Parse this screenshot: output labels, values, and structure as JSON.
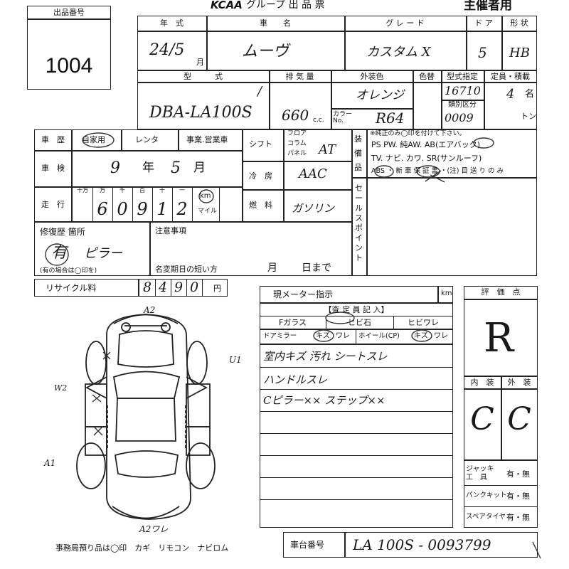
{
  "header": {
    "lot_label": "出品番号",
    "lot_number": "1004",
    "brand": "KCAA",
    "group_title": "グループ 出 品 票",
    "host_use": "主催者用"
  },
  "vehicle": {
    "year_label": "年　式",
    "year_value": "24/5",
    "month_suffix": "月",
    "name_label": "車　　名",
    "name_value": "ムーヴ",
    "grade_label": "グ レ ー ド",
    "grade_value": "カスタム X",
    "door_label": "ド ア",
    "door_value": "5",
    "shape_label": "形 状",
    "shape_value": "HB",
    "type_label": "型　　　式",
    "type_value": "DBA-LA100S",
    "type_mark": "/",
    "displacement_label": "排 気 量",
    "displacement_value": "660",
    "displacement_unit": "c.c.",
    "color_label": "外装色",
    "color_value": "オレンジ",
    "color_no_label": "カラーNo.",
    "color_no_value": "R64",
    "color_eq_label": "色替",
    "model_designation_label": "型式指定",
    "model_designation_value": "16710",
    "category_label": "類別区分",
    "category_value": "0009",
    "capacity_label": "定員・積載",
    "capacity_value": "4",
    "capacity_unit": "名",
    "load_unit": "トン"
  },
  "history": {
    "label": "車　歴",
    "options": [
      "自家用",
      "レンタ",
      "事業.営業車"
    ],
    "selected": "自家用"
  },
  "shaken": {
    "label": "車　検",
    "year": "9",
    "year_unit": "年",
    "month": "5",
    "month_unit": "月"
  },
  "mileage": {
    "label": "走　行",
    "digit_headers": [
      "十万",
      "万",
      "千",
      "百",
      "十",
      "一"
    ],
    "digits": [
      "6",
      "0",
      "9",
      "1",
      "2"
    ],
    "unit_km": "km",
    "unit_mile": "マイル"
  },
  "shift": {
    "label": "シフト",
    "options": [
      "フロア",
      "コラム",
      "パネル"
    ],
    "value": "AT"
  },
  "aircon": {
    "label": "冷　房",
    "value": "AAC"
  },
  "fuel": {
    "label": "燃　料",
    "value": "ガソリン"
  },
  "equipment": {
    "label": "装備品",
    "note": "※純正のみ◯印を付けて下さい。",
    "line1": "PS PW. 純AW. AB(エアバック)",
    "line2": "TV. ナビ. カワ. SR(サンルーフ)",
    "line3": "ABS ・ 新 車 保 証 書 ・(注) 目 送 り の み"
  },
  "sales_point": {
    "label": "セールスポイント"
  },
  "repair": {
    "label": "修復歴 箇所",
    "value": "有",
    "detail": "ピラー",
    "note": "(有の場合は◯印を)"
  },
  "notes": {
    "label": "注意事項",
    "name_change": "名変期日の短い方",
    "month_unit": "月",
    "day_unit": "日まで"
  },
  "recycle": {
    "label": "リサイクル料",
    "digits": [
      "8",
      "4",
      "9",
      "0"
    ],
    "unit": "円"
  },
  "meter": {
    "label": "現メーター指示",
    "unit": "km"
  },
  "inspector": {
    "label": "【査 定 員 記 入】",
    "row1": [
      "Fガラス",
      "ヒビ石",
      "ヒビワレ"
    ],
    "row2": [
      "ドアミラー",
      "キズ",
      "ワレ",
      "ホイール(CP)",
      "キズ",
      "ワレ"
    ],
    "remarks": [
      "室内キズ 汚れ シートスレ",
      "ハンドルスレ",
      "Cピラー×× ステップ××"
    ]
  },
  "score": {
    "label": "評　価　点",
    "value": "R",
    "interior_label": "内　装",
    "exterior_label": "外　装",
    "interior_value": "C",
    "exterior_value": "C"
  },
  "accessories": {
    "jack_label": "ジャッキ 工　具",
    "jack_value": "有・無",
    "puncture_label": "パンクキット",
    "puncture_value": "有・無",
    "spare_label": "スペアタイヤ",
    "spare_value": "有・無"
  },
  "diagram": {
    "marks": [
      "A2",
      "U1",
      "W2",
      "A1",
      "A2ワレ",
      "×",
      "×"
    ]
  },
  "office": {
    "text": "事務局預り品は◯印　カギ　リモコン　ナビロム"
  },
  "chassis": {
    "label": "車台番号",
    "value": "LA 100S - 0093799"
  }
}
